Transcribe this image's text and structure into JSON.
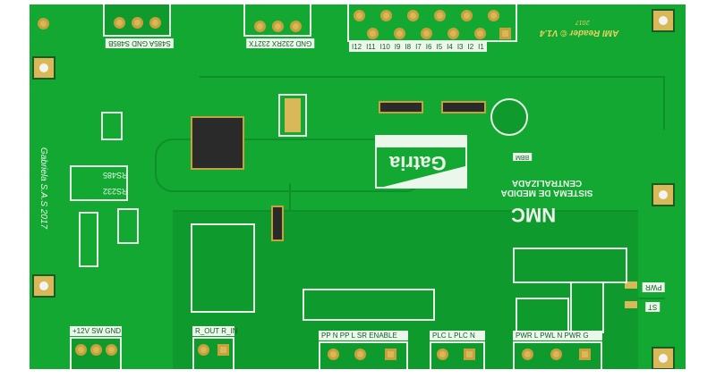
{
  "board": {
    "brand_logo": "Gatria",
    "system_title": "SISTEMA DE MEDIDA CENTRALIZADA",
    "system_acronym": "NMC",
    "product_name": "AMI Reader © V1.4",
    "product_year": "2017",
    "maker": "Gabriela S.A.S 2017",
    "top_connectors": {
      "rs485": "S485A GND S485B",
      "rs232": "GND 232RX 232TX",
      "inputs": [
        "I12",
        "I11",
        "I10",
        "I9",
        "I8",
        "I7",
        "I6",
        "I5",
        "I4",
        "I3",
        "I2",
        "I1"
      ]
    },
    "side_labels": {
      "rs485": "RS485",
      "rs232": "RS232",
      "bbm": "BBM",
      "pwr": "PWR",
      "st": "ST"
    },
    "bottom_connectors": [
      {
        "label": "+12V  SW  GND"
      },
      {
        "label": "R_OUT   R_IN"
      },
      {
        "label": "PP N   PP L SR ENABLE"
      },
      {
        "label": "PLC L   PLC N"
      },
      {
        "label": "PWR L   PWL N   PWR G"
      }
    ]
  }
}
